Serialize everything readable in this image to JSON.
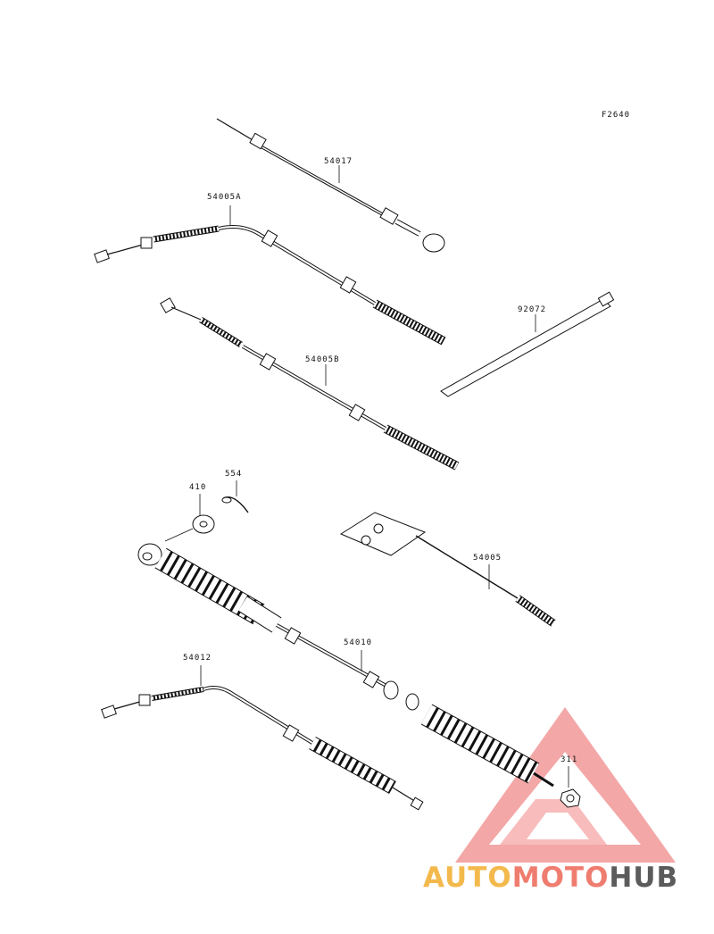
{
  "figure_code": "F2640",
  "parts": [
    {
      "id": "cable-54017",
      "number": "54017"
    },
    {
      "id": "cable-54005a",
      "number": "54005A"
    },
    {
      "id": "band-92072",
      "number": "92072"
    },
    {
      "id": "cable-54005b",
      "number": "54005B"
    },
    {
      "id": "cable-54005",
      "number": "54005"
    },
    {
      "id": "pin-554",
      "number": "554"
    },
    {
      "id": "washer-410",
      "number": "410"
    },
    {
      "id": "cable-54010",
      "number": "54010"
    },
    {
      "id": "cable-54012",
      "number": "54012"
    },
    {
      "id": "nut-311",
      "number": "311"
    }
  ],
  "watermark": {
    "part1": "AUTO",
    "part2": "MOTO",
    "part3": "HUB",
    "colors": {
      "auto": "#f3b94c",
      "moto": "#ef7d6f",
      "hub": "#5b5b5b",
      "triangle": "#ef8a8a"
    }
  }
}
